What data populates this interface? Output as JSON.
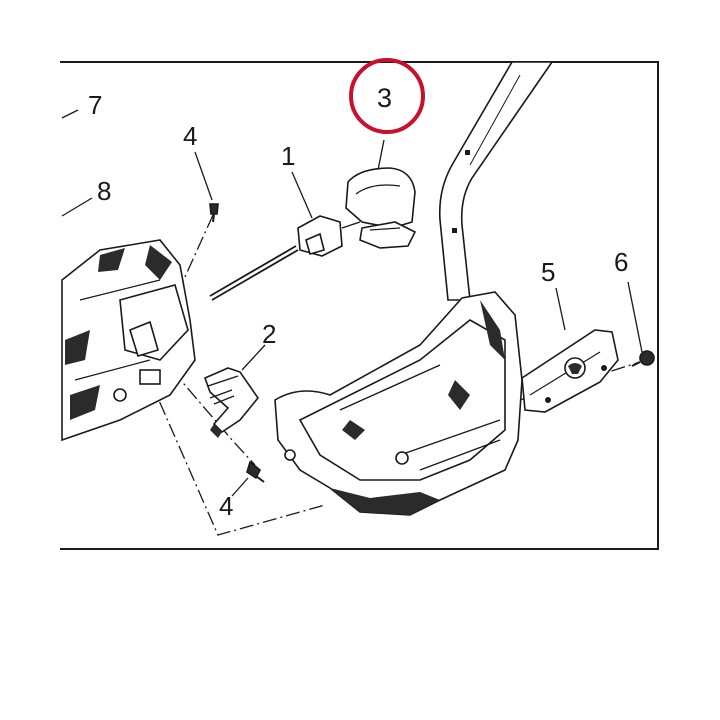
{
  "diagram": {
    "callouts": {
      "c1": "1",
      "c2": "2",
      "c3": "3",
      "c4a": "4",
      "c4b": "4",
      "c5": "5",
      "c6": "6",
      "c7": "7",
      "c8": "8"
    },
    "colors": {
      "line": "#1a1a1a",
      "highlight": "#c8102e",
      "part_fill": "#ffffff",
      "part_dark": "#2b2b2b"
    }
  }
}
